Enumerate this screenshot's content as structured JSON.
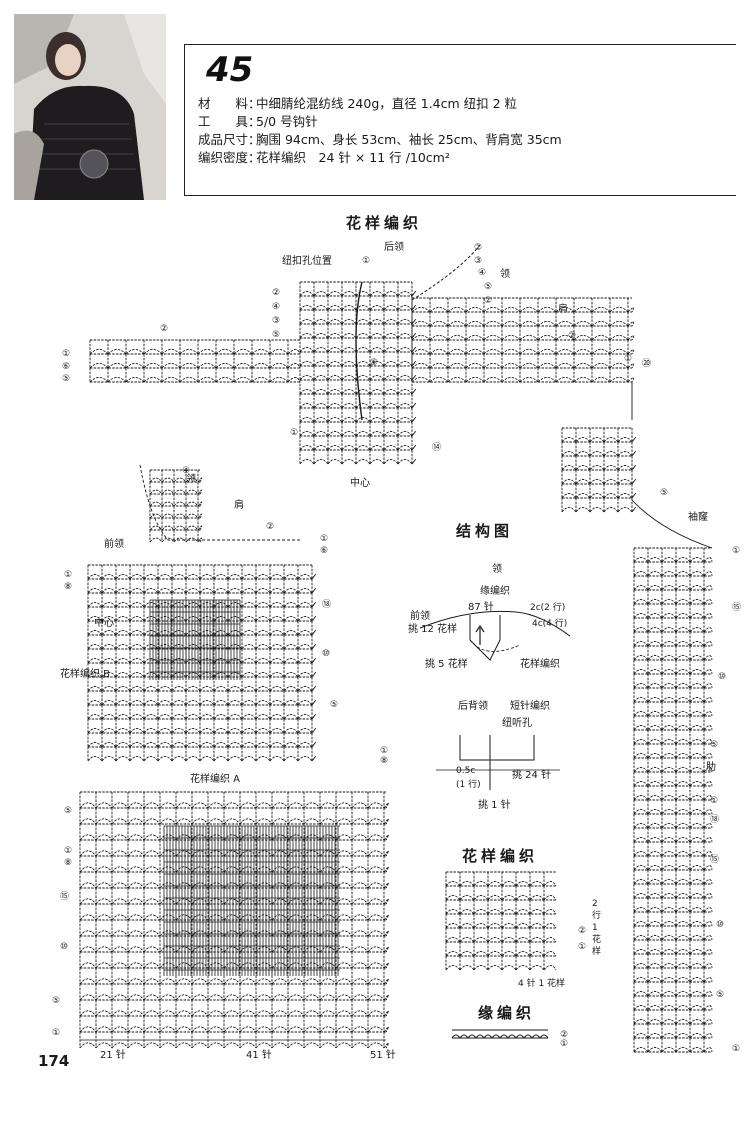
{
  "page_number": "174",
  "pattern_number": "45",
  "info": {
    "materials_label": "材　　料：",
    "materials": "中细腈纶混纺线 240g，直径 1.4cm 纽扣 2 粒",
    "tools_label": "工　　具：",
    "tools": "5/0 号钩针",
    "size_label": "成品尺寸：",
    "size": "胸围 94cm、身长 53cm、袖长 25cm、背肩宽 35cm",
    "gauge_label": "编织密度：",
    "gauge": "花样编织　24 针 × 11 行 /10cm²"
  },
  "top_chart": {
    "title": "花样编织",
    "back_neck": "后领",
    "button_hole": "纽扣孔位置",
    "collar": "领",
    "shoulder": "肩",
    "center": "中心",
    "sleeve_cap": "袖窿",
    "rib": "肋"
  },
  "front_chart": {
    "collar": "领",
    "shoulder": "肩",
    "front_neck": "前领",
    "center": "中心",
    "pattern_b": "花样编织 B"
  },
  "structure": {
    "title": "结构图",
    "collar": "领",
    "edge_pattern": "缘编织",
    "stitches_87": "87 针",
    "front_neck": "前领",
    "pick_12": "挑 12 花样",
    "rows_2c": "2c(2 行)",
    "rows_4c": "4c(4 行)",
    "pick_5": "挑 5 花样",
    "pattern_label": "花样编织",
    "back_neck": "后背领",
    "short_stitch": "短针编织",
    "button_hole": "纽听孔",
    "c05": "0.5c",
    "row1": "(1 行)",
    "pick_24": "挑 24 针",
    "pick_1": "挑 1 针"
  },
  "pattern_a": {
    "title": "花样编织 A",
    "w1": "21 针",
    "w2": "41 针",
    "w3": "51 针"
  },
  "swatch": {
    "title": "花样编织",
    "rows": "2 行 1 花样",
    "stitches": "4 针 1 花样"
  },
  "edge": {
    "title": "缘编织"
  },
  "row_numbers": {
    "r1": "①",
    "r2": "②",
    "r3": "③",
    "r4": "④",
    "r5": "⑤",
    "r6": "⑥",
    "r8": "⑧",
    "r10": "⑩",
    "r14": "⑭",
    "r15": "⑮",
    "r18": "⑱",
    "r20": "⑳"
  },
  "colors": {
    "ink": "#1a1a1a",
    "paper": "#ffffff",
    "photo": "#cfcbc6"
  }
}
